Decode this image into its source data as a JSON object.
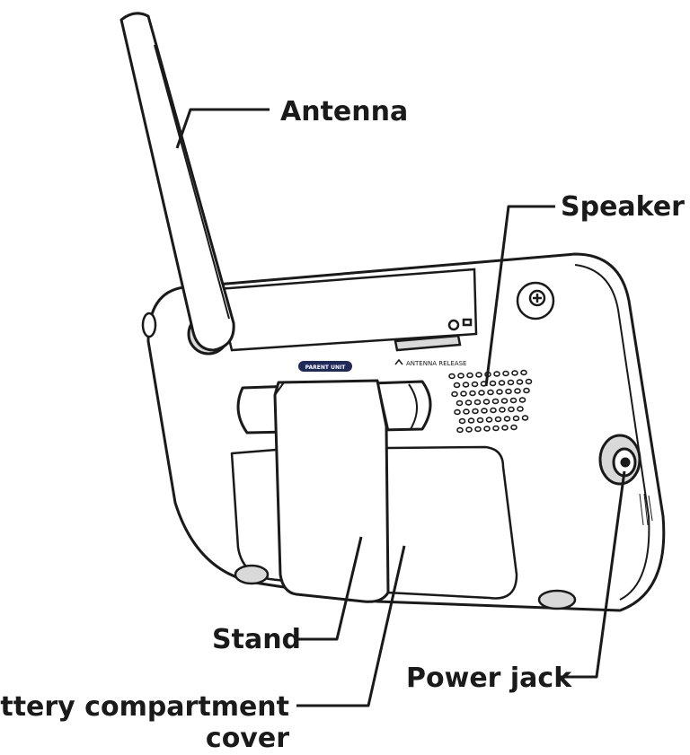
{
  "labels": {
    "antenna": "Antenna",
    "speaker": "Speaker",
    "stand": "Stand",
    "power_jack": "Power jack",
    "battery_line1": "Battery compartment",
    "battery_line2": "cover"
  },
  "device_markings": {
    "parent_unit": "PARENT UNIT",
    "antenna_release": "ANTENNA RELEASE"
  },
  "colors": {
    "line": "#1a1a1a",
    "body": "#ffffff",
    "shade": "#d9d9d9",
    "badge": "#1f2a5a"
  }
}
